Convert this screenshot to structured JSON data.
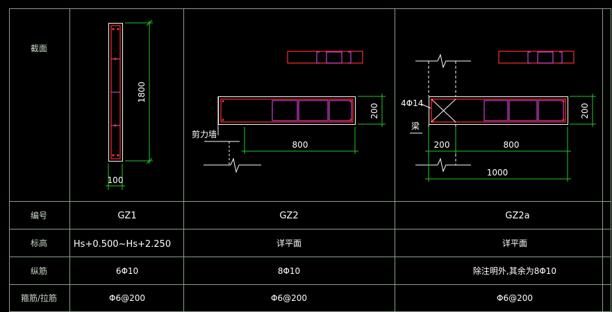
{
  "row_labels": {
    "section": "截面",
    "number": "编号",
    "elevation": "标高",
    "longitudinal": "纵筋",
    "stirrup": "箍筋/拉筋"
  },
  "columns": [
    {
      "number": "GZ1",
      "elevation": "Hs+0.500~Hs+2.250",
      "longitudinal": "6Φ10",
      "stirrup": "Φ6@200"
    },
    {
      "number": "GZ2",
      "elevation": "详平面",
      "longitudinal": "8Φ10",
      "stirrup": "Φ6@200"
    },
    {
      "number": "GZ2a",
      "elevation": "详平面",
      "longitudinal": "除注明外,其余为8Φ10",
      "stirrup": "Φ6@200"
    }
  ],
  "drawings": {
    "gz1": {
      "height_dim": "1800",
      "width_dim": "100"
    },
    "gz2": {
      "label": "剪力墙",
      "length_dim": "800",
      "height_dim": "200"
    },
    "gz2a": {
      "bar_label": "4Φ14",
      "beam_label": "梁",
      "left_dim": "200",
      "mid_dim": "800",
      "total_dim": "1000",
      "height_dim": "200"
    }
  },
  "colors": {
    "background": "#000000",
    "grid": "#8aa38a",
    "rebar": "#ff3030",
    "stirrup": "#d040d0",
    "dimension": "#22cc22",
    "text": "#ffffff"
  }
}
